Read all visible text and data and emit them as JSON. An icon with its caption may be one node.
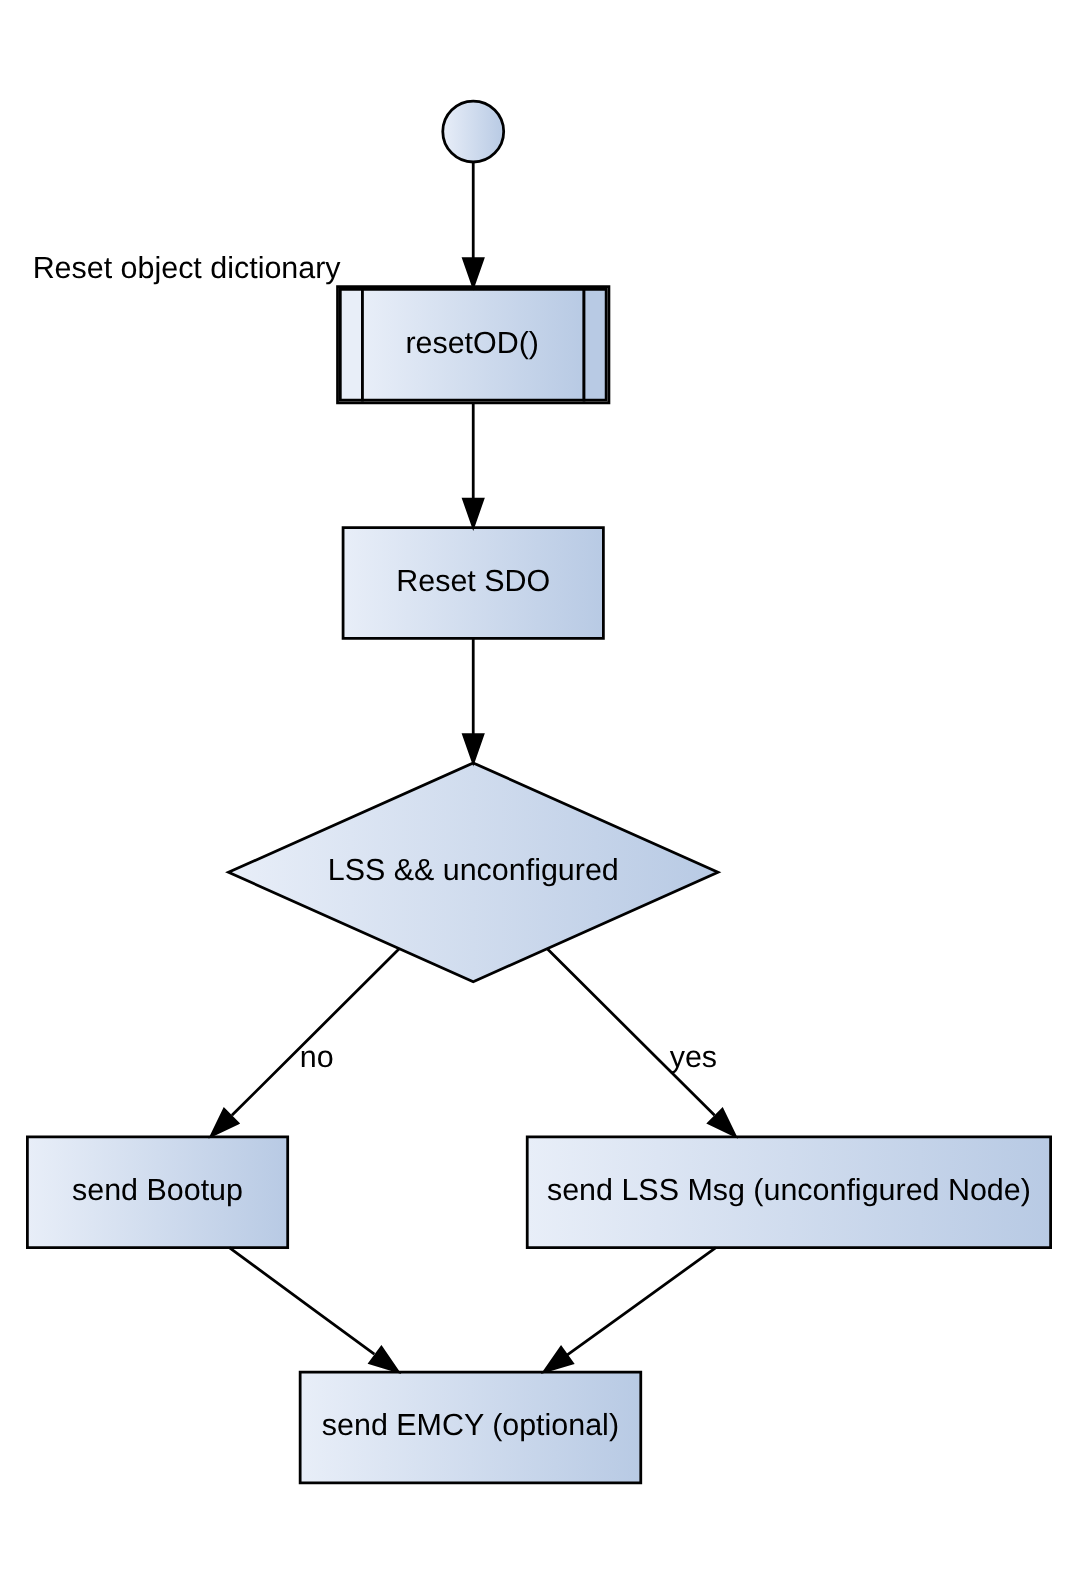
{
  "diagram": {
    "nodes": [
      {
        "text": [],
        "shape": "circle"
      },
      {
        "text": [
          "resetOD()"
        ],
        "beside": [
          "Reset object dictionary"
        ]
      },
      {
        "text": [
          "Reset SDO"
        ]
      },
      {
        "text": [
          "LSS && unconfigured"
        ]
      },
      {
        "text": [
          "send Bootup"
        ]
      },
      {
        "text": [
          "send LSS Msg (unconfigured Node)"
        ]
      },
      {
        "text": [
          "send EMCY (optional)"
        ]
      }
    ],
    "edges": [
      {
        "from": 0,
        "to": 1,
        "arrow": "to"
      },
      {
        "from": 1,
        "to": 2,
        "arrow": "to"
      },
      {
        "from": 2,
        "to": 3,
        "arrow": "to"
      },
      {
        "from": 3,
        "to": 4,
        "arrow": "to",
        "label": "no"
      },
      {
        "from": 3,
        "to": 5,
        "arrow": "to",
        "label": "yes"
      },
      {
        "from": 4,
        "to": 6,
        "arrow": "to"
      },
      {
        "from": 5,
        "to": 6,
        "arrow": "to"
      }
    ]
  }
}
